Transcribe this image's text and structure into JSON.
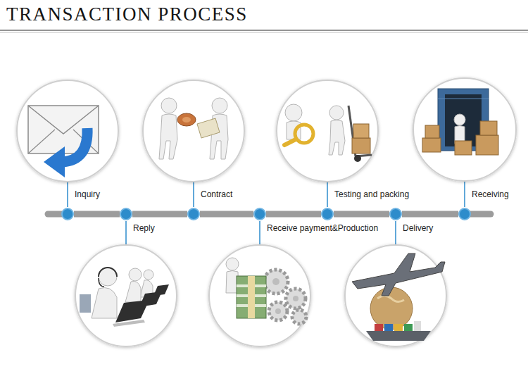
{
  "diagram": {
    "title": "TRANSACTION PROCESS",
    "nodes": [
      {
        "text": [
          "Inquiry"
        ]
      },
      {
        "text": [
          "Reply"
        ]
      },
      {
        "text": [
          "Contract"
        ]
      },
      {
        "text": [
          "Receive payment&Production"
        ]
      },
      {
        "text": [
          "Testing and packing"
        ]
      },
      {
        "text": [
          "Delivery"
        ]
      },
      {
        "text": [
          "Receiving"
        ]
      }
    ],
    "edges": [
      {
        "from": 0,
        "to": 1,
        "arrow": "none"
      },
      {
        "from": 1,
        "to": 2,
        "arrow": "none"
      },
      {
        "from": 2,
        "to": 3,
        "arrow": "none"
      },
      {
        "from": 3,
        "to": 4,
        "arrow": "none"
      },
      {
        "from": 4,
        "to": 5,
        "arrow": "none"
      },
      {
        "from": 5,
        "to": 6,
        "arrow": "none"
      }
    ]
  }
}
